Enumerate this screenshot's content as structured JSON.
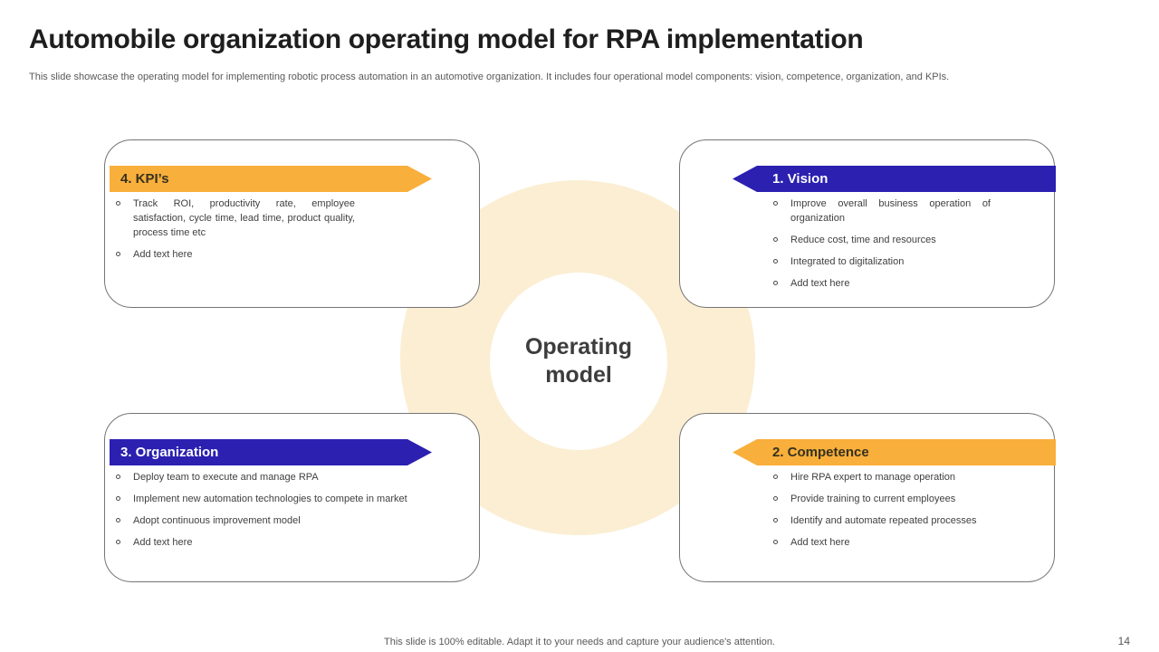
{
  "slide": {
    "title": "Automobile organization operating model for RPA implementation",
    "subtitle": "This slide showcase the operating model for implementing robotic process automation in an automotive organization. It includes four operational model components: vision, competence, organization, and KPIs.",
    "footer": "This slide is 100% editable. Adapt it to your needs and capture your audience's attention.",
    "page_number": "14"
  },
  "center": {
    "label": "Operating model"
  },
  "colors": {
    "orange": "#F9AF3B",
    "blue": "#2B20B0",
    "cream": "#FBEED3",
    "banner_text_dark": "#35311F",
    "banner_text_light": "#FFFFFF"
  },
  "boxes": [
    {
      "id": "kpis",
      "heading": "4. KPI’s",
      "theme": "orange",
      "arrow": "right",
      "bullets": [
        "Track ROI, productivity rate, employee satisfaction, cycle time, lead time, product quality, process time etc",
        "Add text here"
      ]
    },
    {
      "id": "vision",
      "heading": "1. Vision",
      "theme": "blue",
      "arrow": "left",
      "bullets": [
        "Improve overall business operation of organization",
        "Reduce cost, time and resources",
        "Integrated to digitalization",
        "Add text here"
      ]
    },
    {
      "id": "organization",
      "heading": "3. Organization",
      "theme": "blue",
      "arrow": "right",
      "bullets": [
        "Deploy team to execute and manage RPA",
        "Implement new automation technologies to compete in market",
        "Adopt continuous improvement model",
        "Add text here"
      ]
    },
    {
      "id": "competence",
      "heading": "2. Competence",
      "theme": "orange",
      "arrow": "left",
      "bullets": [
        "Hire RPA expert to manage operation",
        "Provide training to current employees",
        "Identify and automate repeated processes",
        "Add text here"
      ]
    }
  ]
}
